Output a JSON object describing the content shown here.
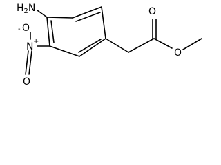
{
  "molecule": {
    "labels": {
      "amine": {
        "element": "H",
        "subscript": "2",
        "heavy": "N"
      },
      "nitro_n": {
        "element": "N",
        "charge": "+"
      },
      "nitro_o_top": {
        "element": "O",
        "charge": "-"
      },
      "nitro_o_bottom": {
        "element": "O"
      },
      "carbonyl_o": {
        "element": "O"
      },
      "ester_o": {
        "element": "O"
      }
    },
    "colors": {
      "bond": "#000000",
      "text": "#000000",
      "background": "#ffffff"
    }
  }
}
